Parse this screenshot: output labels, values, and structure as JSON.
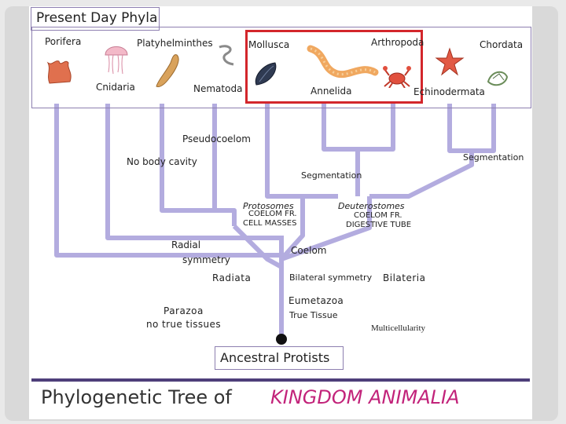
{
  "header": {
    "title": "Present Day Phyla"
  },
  "phyla": {
    "porifera": "Porifera",
    "platyhelminthes": "Platyhelminthes",
    "mollusca": "Mollusca",
    "arthropoda": "Arthropoda",
    "chordata": "Chordata",
    "cnidaria": "Cnidaria",
    "nematoda": "Nematoda",
    "annelida": "Annelida",
    "echinodermata": "Echinodermata"
  },
  "labels": {
    "pseudocoelom": "Pseudocoelom",
    "no_body_cavity": "No body cavity",
    "segmentation_left": "Segmentation",
    "segmentation_right": "Segmentation",
    "protostomes": "Protosomes",
    "protostomes_detail_1": "COELOM FR.",
    "protostomes_detail_2": "CELL MASSES",
    "deuterostomes": "Deuterostomes",
    "deuterostomes_detail_1": "COELOM FR.",
    "deuterostomes_detail_2": "DIGESTIVE TUBE",
    "radial_1": "Radial",
    "radial_2": "symmetry",
    "coelom": "Coelom",
    "radiata": "Radiata",
    "bilateral_symmetry": "Bilateral symmetry",
    "bilateria": "Bilateria",
    "eumetazoa": "Eumetazoa",
    "true_tissue": "True Tissue",
    "parazoa": "Parazoa",
    "no_true_tissues": "no true tissues",
    "multicellularity": "Multicellularity",
    "ancestral": "Ancestral Protists"
  },
  "footer": {
    "title_part1": "Phylogenetic Tree of",
    "title_part2": "KINGDOM ANIMALIA"
  },
  "colors": {
    "branch": "#b3acdf",
    "highlight": "#d3262b",
    "accent_title": "#c2237a",
    "rule": "#4e3f7a"
  }
}
